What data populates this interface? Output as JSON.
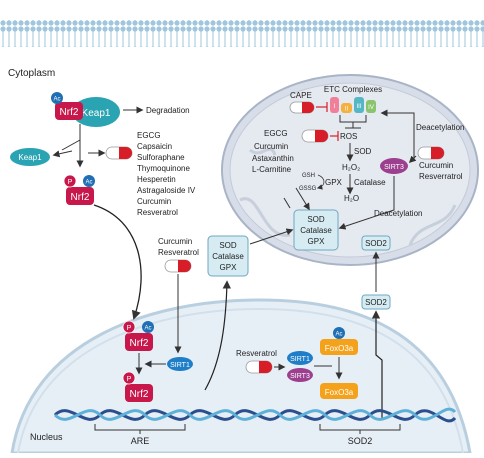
{
  "compartments": {
    "cytoplasm": "Cytoplasm",
    "nucleus": "Nucleus"
  },
  "proteins": {
    "nrf2": "Nrf2",
    "keap1": "Keap1",
    "sirt1": "SIRT1",
    "sirt3": "SIRT3",
    "foxo3a": "FoxO3a",
    "ac": "Ac",
    "p": "P"
  },
  "cytoplasm_labels": {
    "degradation": "Degradation",
    "activators": [
      "EGCG",
      "Capsaicin",
      "Sulforaphane",
      "Thymoquinone",
      "Hesperetin",
      "Astragaloside IV",
      "Curcumin",
      "Resveratrol"
    ],
    "curcumin_resveratrol": [
      "Curcumin",
      "Resveratrol"
    ],
    "antioxidant_box": [
      "SOD",
      "Catalase",
      "GPX"
    ]
  },
  "mitochondrion": {
    "etc_title": "ETC Complexes",
    "etc_complexes": [
      "I",
      "II",
      "III",
      "IV"
    ],
    "cape": "CAPE",
    "ros_compounds": [
      "EGCG",
      "Curcumin",
      "Astaxanthin",
      "L-Carnitine"
    ],
    "ros": "ROS",
    "sod": "SOD",
    "h2o2": "H₂O₂",
    "catalase": "Catalase",
    "gpx": "GPX",
    "gsh": "GSH",
    "gssg": "GSSG",
    "h2o": "H₂O",
    "deacetylation_1": "Deacetylation",
    "deacetylation_2": "Deacetylation",
    "sirt3_activators": [
      "Curcumin",
      "Resverratrol"
    ],
    "enzyme_box": [
      "SOD",
      "Catalase",
      "GPX"
    ],
    "sod2_inner": "SOD2"
  },
  "nucleus_labels": {
    "sod2_outer": "SOD2",
    "resveratrol": "Resveratrol",
    "are": "ARE",
    "sod2_gene": "SOD2"
  },
  "colors": {
    "nrf2": "#c8174a",
    "keap1": "#2aa3b3",
    "ac": "#1f6fb5",
    "sirt1": "#1f7ec8",
    "sirt3": "#9b3f8e",
    "foxo3a": "#f4a21c",
    "mito_fill": "#d9dfe9",
    "nucleus_fill": "#e6eef5",
    "membrane": "#b7d6e8",
    "box_fill": "#d6ecf2",
    "pill_red": "#d71e28"
  }
}
